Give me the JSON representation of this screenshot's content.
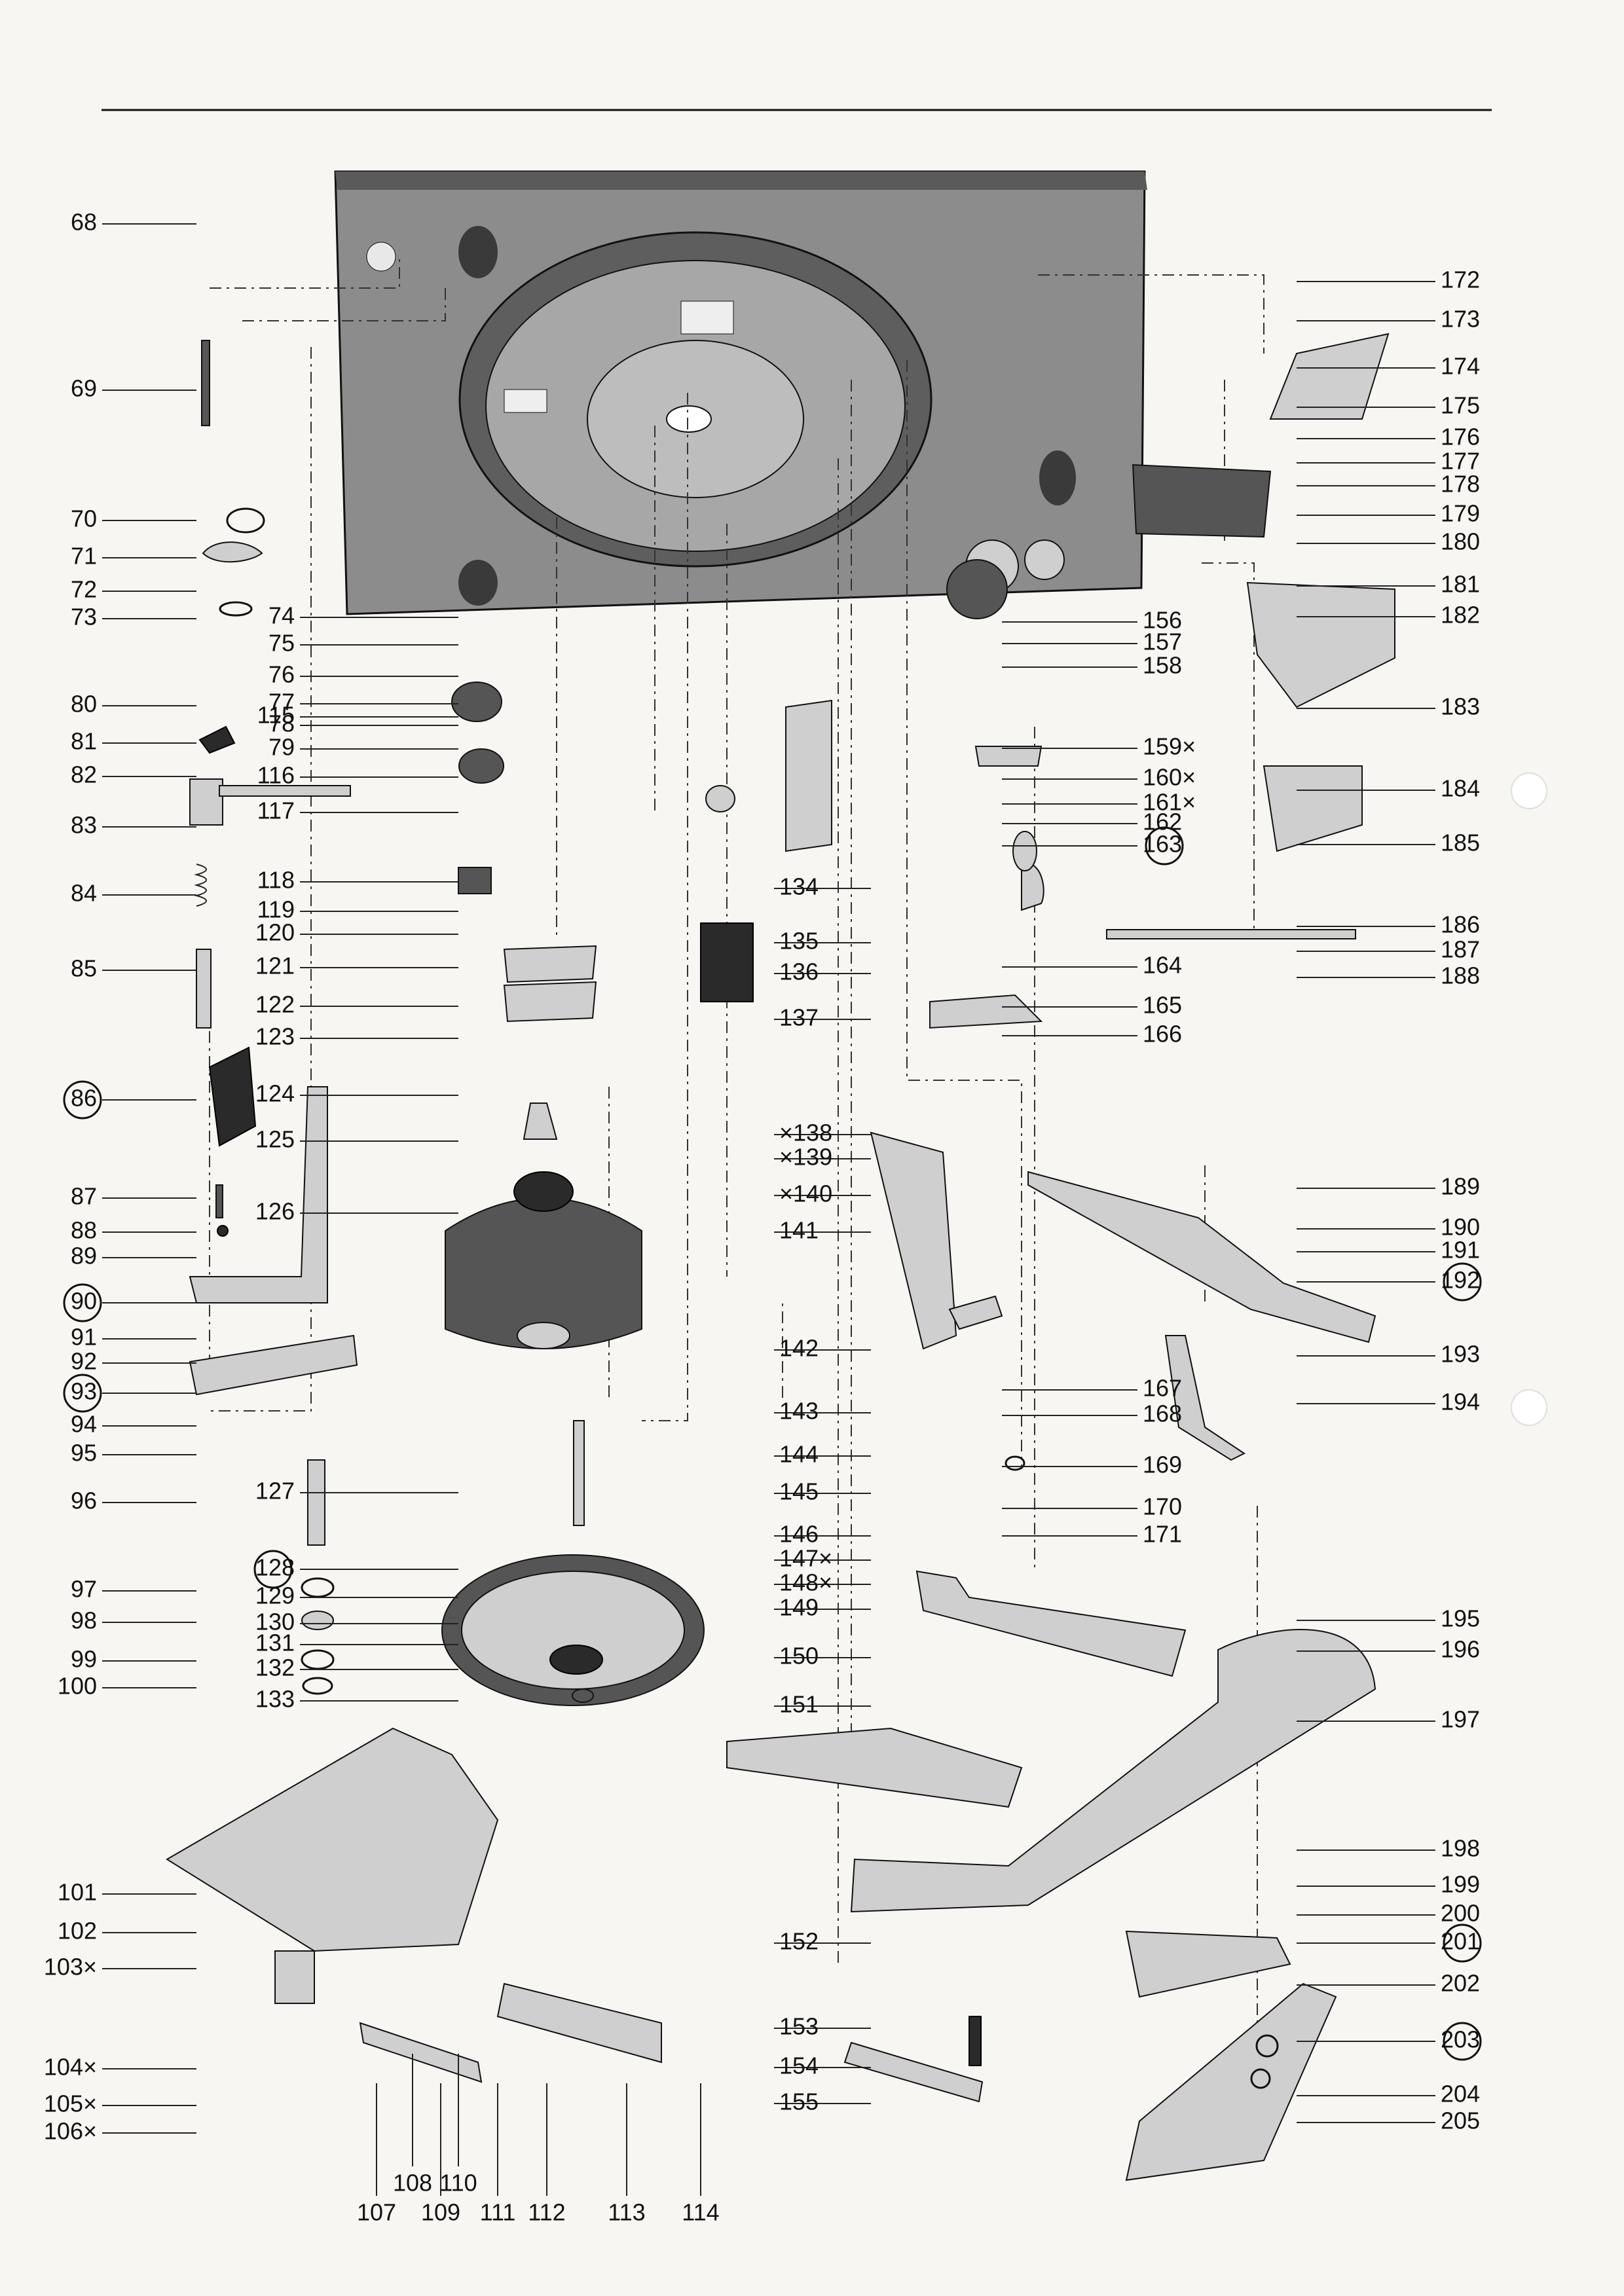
{
  "part_numbers": {
    "left": [
      "68",
      "69",
      "70",
      "71",
      "72",
      "73",
      "80",
      "81",
      "82",
      "83",
      "84",
      "85",
      "86",
      "87",
      "88",
      "89",
      "90",
      "91",
      "92",
      "93",
      "94",
      "95",
      "96",
      "97",
      "98",
      "99",
      "100",
      "101",
      "102",
      "103×",
      "104×",
      "105×",
      "106×"
    ],
    "inner_left": [
      "74",
      "75",
      "76",
      "77",
      "78",
      "79",
      "115",
      "116",
      "117",
      "118",
      "119",
      "120",
      "121",
      "122",
      "123",
      "124",
      "125",
      "126",
      "127",
      "128",
      "129",
      "130",
      "131",
      "132",
      "133"
    ],
    "middle": [
      "134",
      "135",
      "136",
      "137",
      "×138",
      "×139",
      "×140",
      "141",
      "142",
      "143",
      "144",
      "145",
      "146",
      "147×",
      "148×",
      "149",
      "150",
      "151",
      "152",
      "153",
      "154",
      "155"
    ],
    "right_middle": [
      "156",
      "157",
      "158",
      "159×",
      "160×",
      "161×",
      "162",
      "163",
      "164",
      "165",
      "166",
      "167",
      "168",
      "169",
      "170",
      "171"
    ],
    "right": [
      "172",
      "173",
      "174",
      "175",
      "176",
      "177",
      "178",
      "179",
      "180",
      "181",
      "182",
      "183",
      "184",
      "185",
      "186",
      "187",
      "188",
      "189",
      "190",
      "191",
      "192",
      "193",
      "194",
      "195",
      "196",
      "197",
      "198",
      "199",
      "200",
      "201",
      "202",
      "203",
      "204",
      "205"
    ],
    "bottom": [
      "107",
      "108",
      "109",
      "110",
      "111",
      "112",
      "113",
      "114"
    ]
  },
  "circled": [
    "86",
    "90",
    "93",
    "128",
    "163",
    "192",
    "201",
    "203"
  ]
}
